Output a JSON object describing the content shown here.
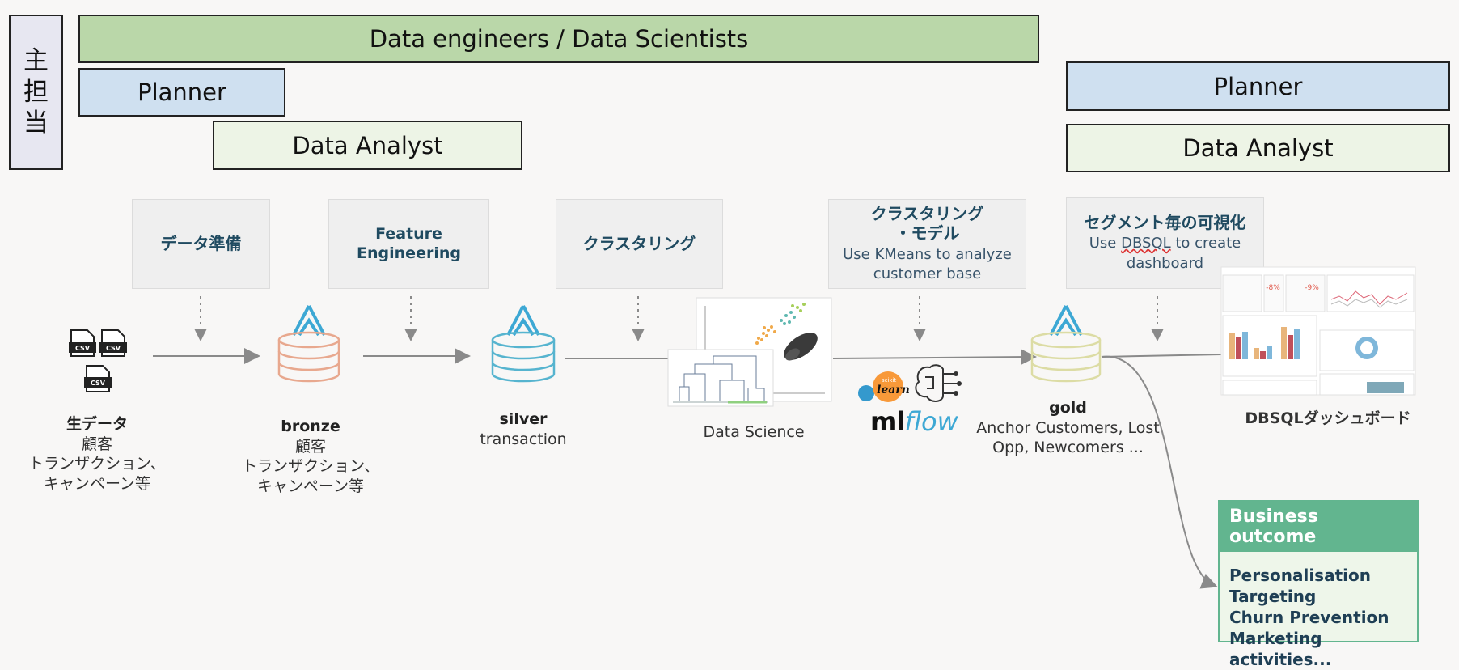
{
  "side_label": [
    "主",
    "担",
    "当"
  ],
  "roles": {
    "top_wide": "Data engineers / Data Scientists",
    "planner_left": "Planner",
    "analyst_left": "Data Analyst",
    "planner_right": "Planner",
    "analyst_right": "Data Analyst"
  },
  "steps": [
    {
      "title": "データ準備",
      "sub": ""
    },
    {
      "title": "Feature\nEngineering",
      "sub": ""
    },
    {
      "title": "クラスタリング",
      "sub": ""
    },
    {
      "title": "クラスタリング\n・モデル",
      "sub": "Use KMeans to analyze customer base"
    },
    {
      "title": "セグメント毎の可視化",
      "sub_prefix": "Use ",
      "sub_highlight": "DBSQL",
      "sub_suffix": " to create dashboard"
    }
  ],
  "nodes": {
    "raw": {
      "title": "生データ",
      "line1": "顧客",
      "line2": "トランザクション、",
      "line3": "キャンペーン等",
      "file_icon_text": "CSV"
    },
    "bronze": {
      "title": "bronze",
      "line1": "顧客",
      "line2": "トランザクション、",
      "line3": "キャンペーン等"
    },
    "silver": {
      "title": "silver",
      "line1": "transaction"
    },
    "data_science": {
      "caption": "Data Science"
    },
    "gold": {
      "title": "gold",
      "line1": "Anchor Customers, Lost",
      "line2": "Opp, Newcomers ..."
    },
    "dashboard": {
      "caption": "DBSQLダッシュボード",
      "kpi1": "-8%",
      "kpi2": "-9%"
    }
  },
  "logos": {
    "sklearn_word": "learn",
    "sklearn_small": "scikit",
    "mlflow_ml": "ml",
    "mlflow_flow": "flow"
  },
  "business_outcome": {
    "title": "Business outcome",
    "items": [
      "Personalisation",
      "Targeting",
      "Churn Prevention",
      "Marketing activities..."
    ]
  },
  "colors": {
    "bronze": "#e8a88e",
    "silver": "#56b4cf",
    "gold": "#dcdca4",
    "delta_blue": "#3da8d4",
    "outcome_green": "#62b58f"
  }
}
